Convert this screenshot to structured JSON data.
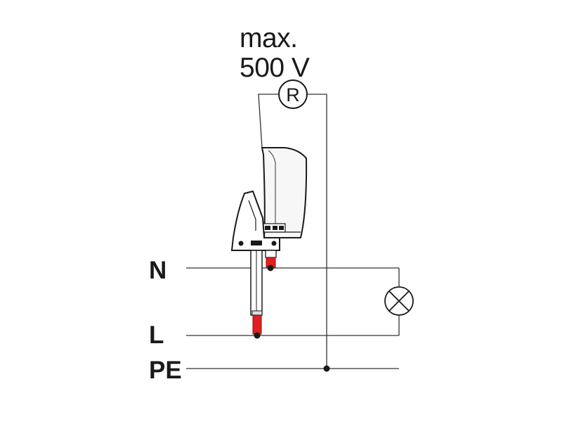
{
  "voltage_note": {
    "line1": "max.",
    "line2": "500 V"
  },
  "resistor": {
    "label": "R"
  },
  "rails": {
    "n": "N",
    "l": "L",
    "pe": "PE"
  },
  "colors": {
    "probe_tip": "#e02020",
    "wire": "#333333",
    "device_body": "#f7f7f7",
    "outline": "#1a1a1a"
  }
}
